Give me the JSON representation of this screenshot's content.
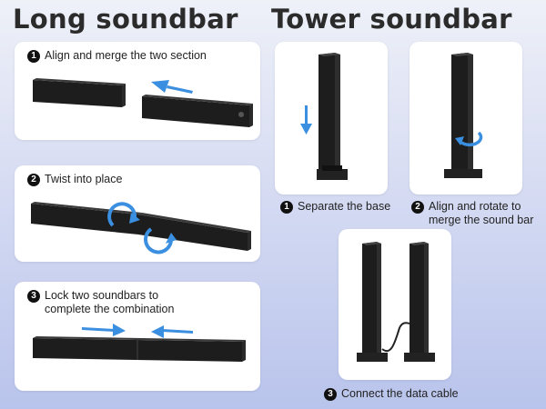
{
  "headings": {
    "long": "Long soundbar",
    "tower": "Tower soundbar"
  },
  "long_steps": [
    {
      "number": "1",
      "text": "Align and merge the two section"
    },
    {
      "number": "2",
      "text": "Twist into place"
    },
    {
      "number": "3",
      "text": "Lock two soundbars to\ncomplete the combination"
    }
  ],
  "tower_steps": [
    {
      "number": "1",
      "text": "Separate the base"
    },
    {
      "number": "2",
      "text": "Align and rotate to\nmerge the sound bar"
    },
    {
      "number": "3",
      "text": "Connect the data cable"
    }
  ],
  "colors": {
    "arrow": "#3b8fe0",
    "speaker": "#1c1c1c"
  }
}
